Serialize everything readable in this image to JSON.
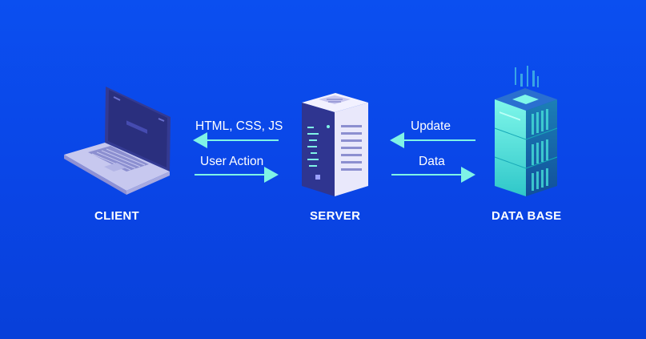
{
  "nodes": {
    "client": "CLIENT",
    "server": "SERVER",
    "database": "DATA BASE"
  },
  "edges": {
    "server_to_client": "HTML, CSS, JS",
    "client_to_server": "User Action",
    "database_to_server": "Update",
    "server_to_database": "Data"
  },
  "colors": {
    "background": "#0b4ff0",
    "arrow": "#7ff3e6",
    "text": "#ffffff",
    "laptop_body": "#c7c8ef",
    "laptop_screen": "#2a2f7e",
    "server_body": "#e9e8fb",
    "server_panel": "#2f3590",
    "database_glow": "#5ff0e0"
  },
  "icons": {
    "client": "laptop-icon",
    "server": "server-tower-icon",
    "database": "database-tower-icon"
  }
}
